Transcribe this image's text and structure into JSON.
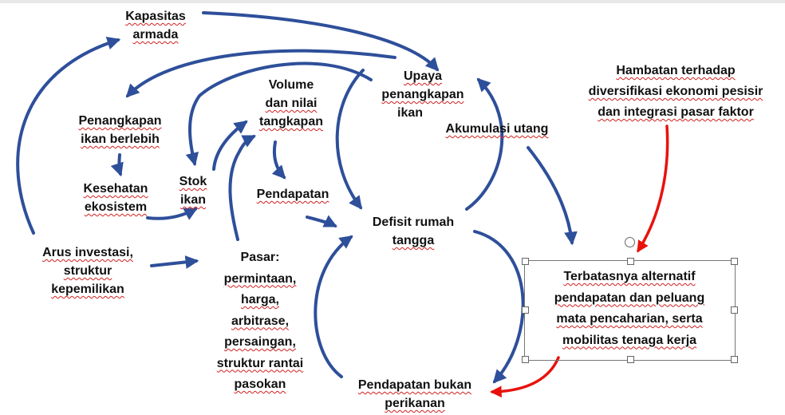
{
  "nodes": {
    "kapasitas_armada": [
      "Kapasitas",
      "armada"
    ],
    "upaya_penangkapan": [
      "Upaya",
      "penangkapan",
      "ikan"
    ],
    "volume_tangkapan": [
      "Volume",
      "dan nilai",
      "tangkapan"
    ],
    "penangkapan_berlebih": [
      "Penangkapan",
      "ikan berlebih"
    ],
    "kesehatan_ekosistem": [
      "Kesehatan",
      "ekosistem"
    ],
    "stok_ikan": [
      "Stok",
      "ikan"
    ],
    "pendapatan": [
      "Pendapatan"
    ],
    "akumulasi_utang": [
      "Akumulasi utang"
    ],
    "defisit_rumah_tangga": [
      "Defisit rumah",
      "tangga"
    ],
    "arus_investasi": [
      "Arus investasi,",
      "struktur",
      "kepemilikan"
    ],
    "pasar": [
      "Pasar:",
      "permintaan,",
      "harga,",
      "arbitrase,",
      "persaingan,",
      "struktur rantai",
      "pasokan"
    ],
    "hambatan": [
      "Hambatan terhadap",
      "diversifikasi ekonomi pesisir",
      "dan integrasi pasar faktor"
    ],
    "terbatasnya_alternatif": [
      "Terbatasnya alternatif",
      "pendapatan dan peluang",
      "mata pencaharian, serta",
      "mobilitas tenaga kerja"
    ],
    "pendapatan_bukan_perikanan": [
      "Pendapatan bukan",
      "perikanan"
    ]
  },
  "colors": {
    "loop_arrow": "#2e4f9a",
    "barrier_arrow": "#e8120c"
  }
}
